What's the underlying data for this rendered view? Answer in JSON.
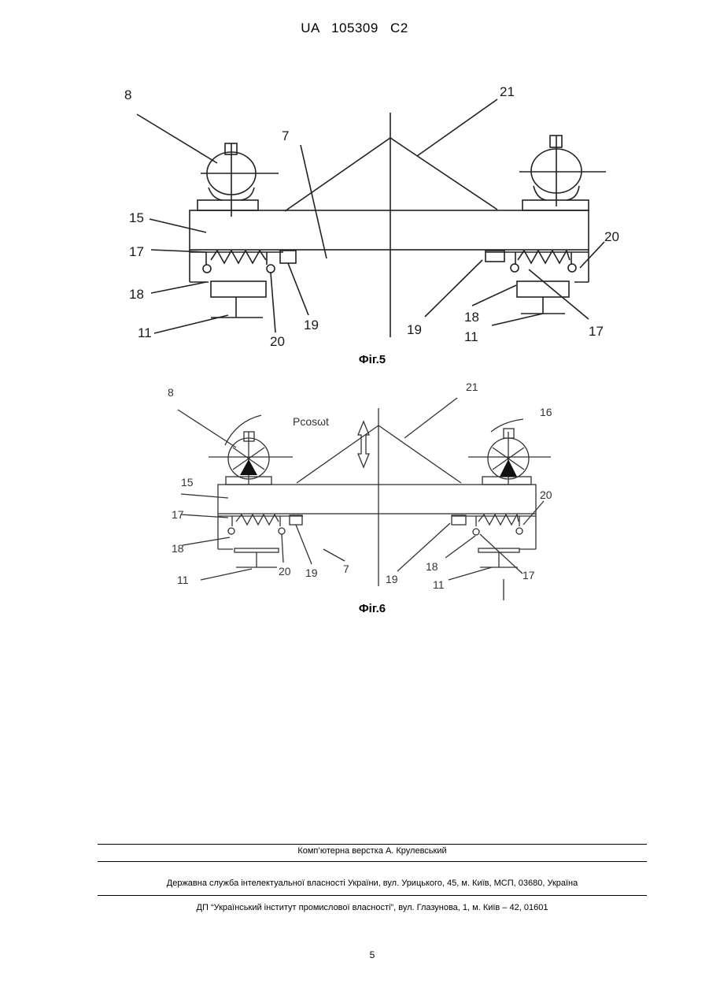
{
  "document": {
    "header": "UA 105309 C2",
    "page_number": "5"
  },
  "figure5": {
    "caption": "Фіг.5",
    "labels": {
      "l8": "8",
      "l21": "21",
      "l7": "7",
      "l15": "15",
      "l17a": "17",
      "l18a": "18",
      "l11a": "11",
      "l20a": "20",
      "l19a": "19",
      "l20b": "20",
      "l19b": "19",
      "l18b": "18",
      "l11b": "11",
      "l17b": "17"
    }
  },
  "figure6": {
    "caption": "Фіг.6",
    "labels": {
      "l8": "8",
      "l21": "21",
      "l16": "16",
      "force": "Pcosωt",
      "l15": "15",
      "l20a": "20",
      "l17a": "17",
      "l18a": "18",
      "l11a": "11",
      "l20b": "20",
      "l19a": "19",
      "l7": "7",
      "l19b": "19",
      "l18b": "18",
      "l11b": "11",
      "l17b": "17"
    }
  },
  "footer": {
    "line1": "Комп’ютерна верстка А. Крулевський",
    "line2": "Державна служба інтелектуальної власності України, вул. Урицького, 45, м. Київ, МСП, 03680, Україна",
    "line3": "ДП “Український інститут промислової власності”, вул. Глазунова, 1, м. Київ – 42, 01601"
  }
}
